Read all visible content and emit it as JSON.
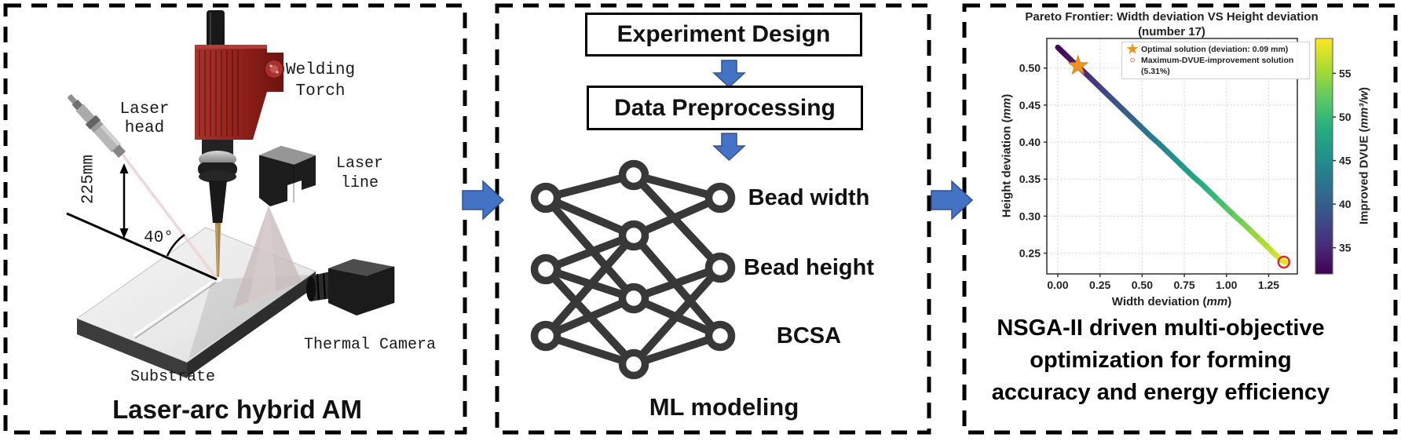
{
  "panel1": {
    "title": "Laser-arc hybrid AM",
    "labels": {
      "welding_torch_line1": "Welding",
      "welding_torch_line2": "Torch",
      "laser_head_line1": "Laser",
      "laser_head_line2": "head",
      "standoff_distance": "225mm",
      "incident_angle": "40°",
      "laser_line_line1": "Laser",
      "laser_line_line2": "line",
      "thermal_camera": "Thermal Camera",
      "substrate": "Substrate"
    }
  },
  "panel2": {
    "flow_boxes": [
      "Experiment Design",
      "Data Preprocessing"
    ],
    "nn_outputs": [
      "Bead width",
      "Bead height",
      "BCSA"
    ],
    "title": "ML modeling"
  },
  "panel3": {
    "caption_lines": [
      "NSGA-II driven multi-objective",
      "optimization for forming",
      "accuracy and energy efficiency"
    ]
  },
  "chart_data": {
    "type": "scatter",
    "title": "Pareto Frontier: Width deviation VS Height deviation",
    "subtitle": "(number 17)",
    "xlabel_prefix": "Width deviation (",
    "xlabel_unit": "mm",
    "xlabel_suffix": ")",
    "ylabel_prefix": "Height deviation (",
    "ylabel_unit": "mm",
    "ylabel_suffix": ")",
    "xlim": [
      -0.065,
      1.42
    ],
    "ylim": [
      0.222,
      0.54
    ],
    "xticks": [
      "0.00",
      "0.25",
      "0.50",
      "0.75",
      "1.00",
      "1.25"
    ],
    "yticks": [
      "0.25",
      "0.30",
      "0.35",
      "0.40",
      "0.45",
      "0.50"
    ],
    "grid": true,
    "legend": {
      "optimal_label": "Optimal solution (deviation: 0.09 mm)",
      "max_dvue_label_1": "Maximum-DVUE-improvement solution",
      "max_dvue_label_2": "(5.31%)"
    },
    "optimal_point": {
      "x": 0.12,
      "y": 0.503
    },
    "max_dvue_point": {
      "x": 1.34,
      "y": 0.238
    },
    "colorbar": {
      "label_prefix": "Improved DVUE (",
      "label_unit": "mm³/w",
      "label_suffix": ")",
      "ticks": [
        35,
        40,
        45,
        50,
        55
      ],
      "range": [
        32,
        59
      ]
    },
    "viridis": [
      "#440154",
      "#472d7b",
      "#3b528b",
      "#2c728e",
      "#21918c",
      "#28ae80",
      "#5ec962",
      "#addc30",
      "#fde725"
    ],
    "points": [
      [
        0.0,
        0.528,
        32.0
      ],
      [
        0.05,
        0.517,
        33.0
      ],
      [
        0.1,
        0.506,
        33.9
      ],
      [
        0.15,
        0.496,
        34.9
      ],
      [
        0.2,
        0.485,
        35.9
      ],
      [
        0.25,
        0.474,
        36.8
      ],
      [
        0.3,
        0.463,
        37.8
      ],
      [
        0.35,
        0.452,
        38.7
      ],
      [
        0.4,
        0.441,
        39.7
      ],
      [
        0.45,
        0.43,
        40.7
      ],
      [
        0.5,
        0.419,
        41.6
      ],
      [
        0.55,
        0.408,
        42.6
      ],
      [
        0.6,
        0.398,
        43.6
      ],
      [
        0.65,
        0.387,
        44.5
      ],
      [
        0.7,
        0.376,
        45.5
      ],
      [
        0.75,
        0.365,
        46.4
      ],
      [
        0.8,
        0.354,
        47.4
      ],
      [
        0.85,
        0.344,
        48.4
      ],
      [
        0.9,
        0.333,
        49.3
      ],
      [
        0.95,
        0.322,
        50.3
      ],
      [
        1.0,
        0.311,
        51.3
      ],
      [
        1.05,
        0.3,
        52.2
      ],
      [
        1.1,
        0.29,
        53.2
      ],
      [
        1.15,
        0.279,
        54.1
      ],
      [
        1.2,
        0.268,
        55.1
      ],
      [
        1.25,
        0.257,
        56.1
      ],
      [
        1.28,
        0.25,
        56.7
      ],
      [
        1.31,
        0.244,
        57.2
      ],
      [
        1.33,
        0.24,
        57.6
      ],
      [
        1.35,
        0.238,
        58.0
      ]
    ]
  },
  "colors": {
    "arrow_blue": "#4472c4",
    "arrow_blue_dark": "#2f528f",
    "torch_red": "#9e211c",
    "network_dark": "#383838",
    "star_orange": "#f0921e",
    "marker_red": "#e52222"
  }
}
